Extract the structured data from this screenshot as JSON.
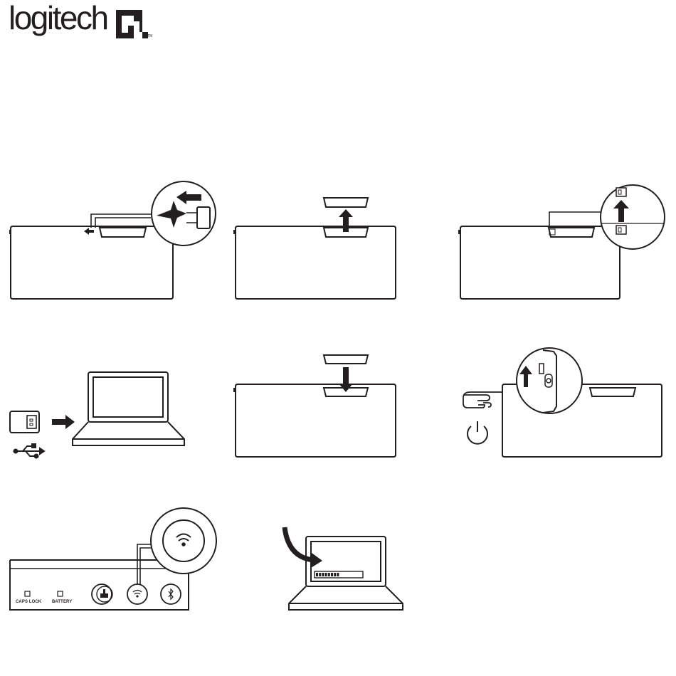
{
  "brand": {
    "wordmark": "logitech",
    "trademark": "TM"
  },
  "step7": {
    "caps_lock_label": "CAPS LOCK",
    "battery_label": "BATTERY"
  },
  "colors": {
    "ink": "#231f20",
    "background": "#ffffff"
  },
  "icons": [
    "logitech-g-logo-icon",
    "left-arrow-icon",
    "up-arrow-icon",
    "down-arrow-icon",
    "right-arrow-icon",
    "usb-receiver-icon",
    "usb-symbol-icon",
    "laptop-icon",
    "finger-press-icon",
    "power-icon",
    "wifi-icon",
    "bluetooth-icon",
    "game-mode-icon",
    "curved-arrow-icon",
    "progress-bar-icon"
  ],
  "step8": {
    "progress_filled_fraction": 0.55
  }
}
